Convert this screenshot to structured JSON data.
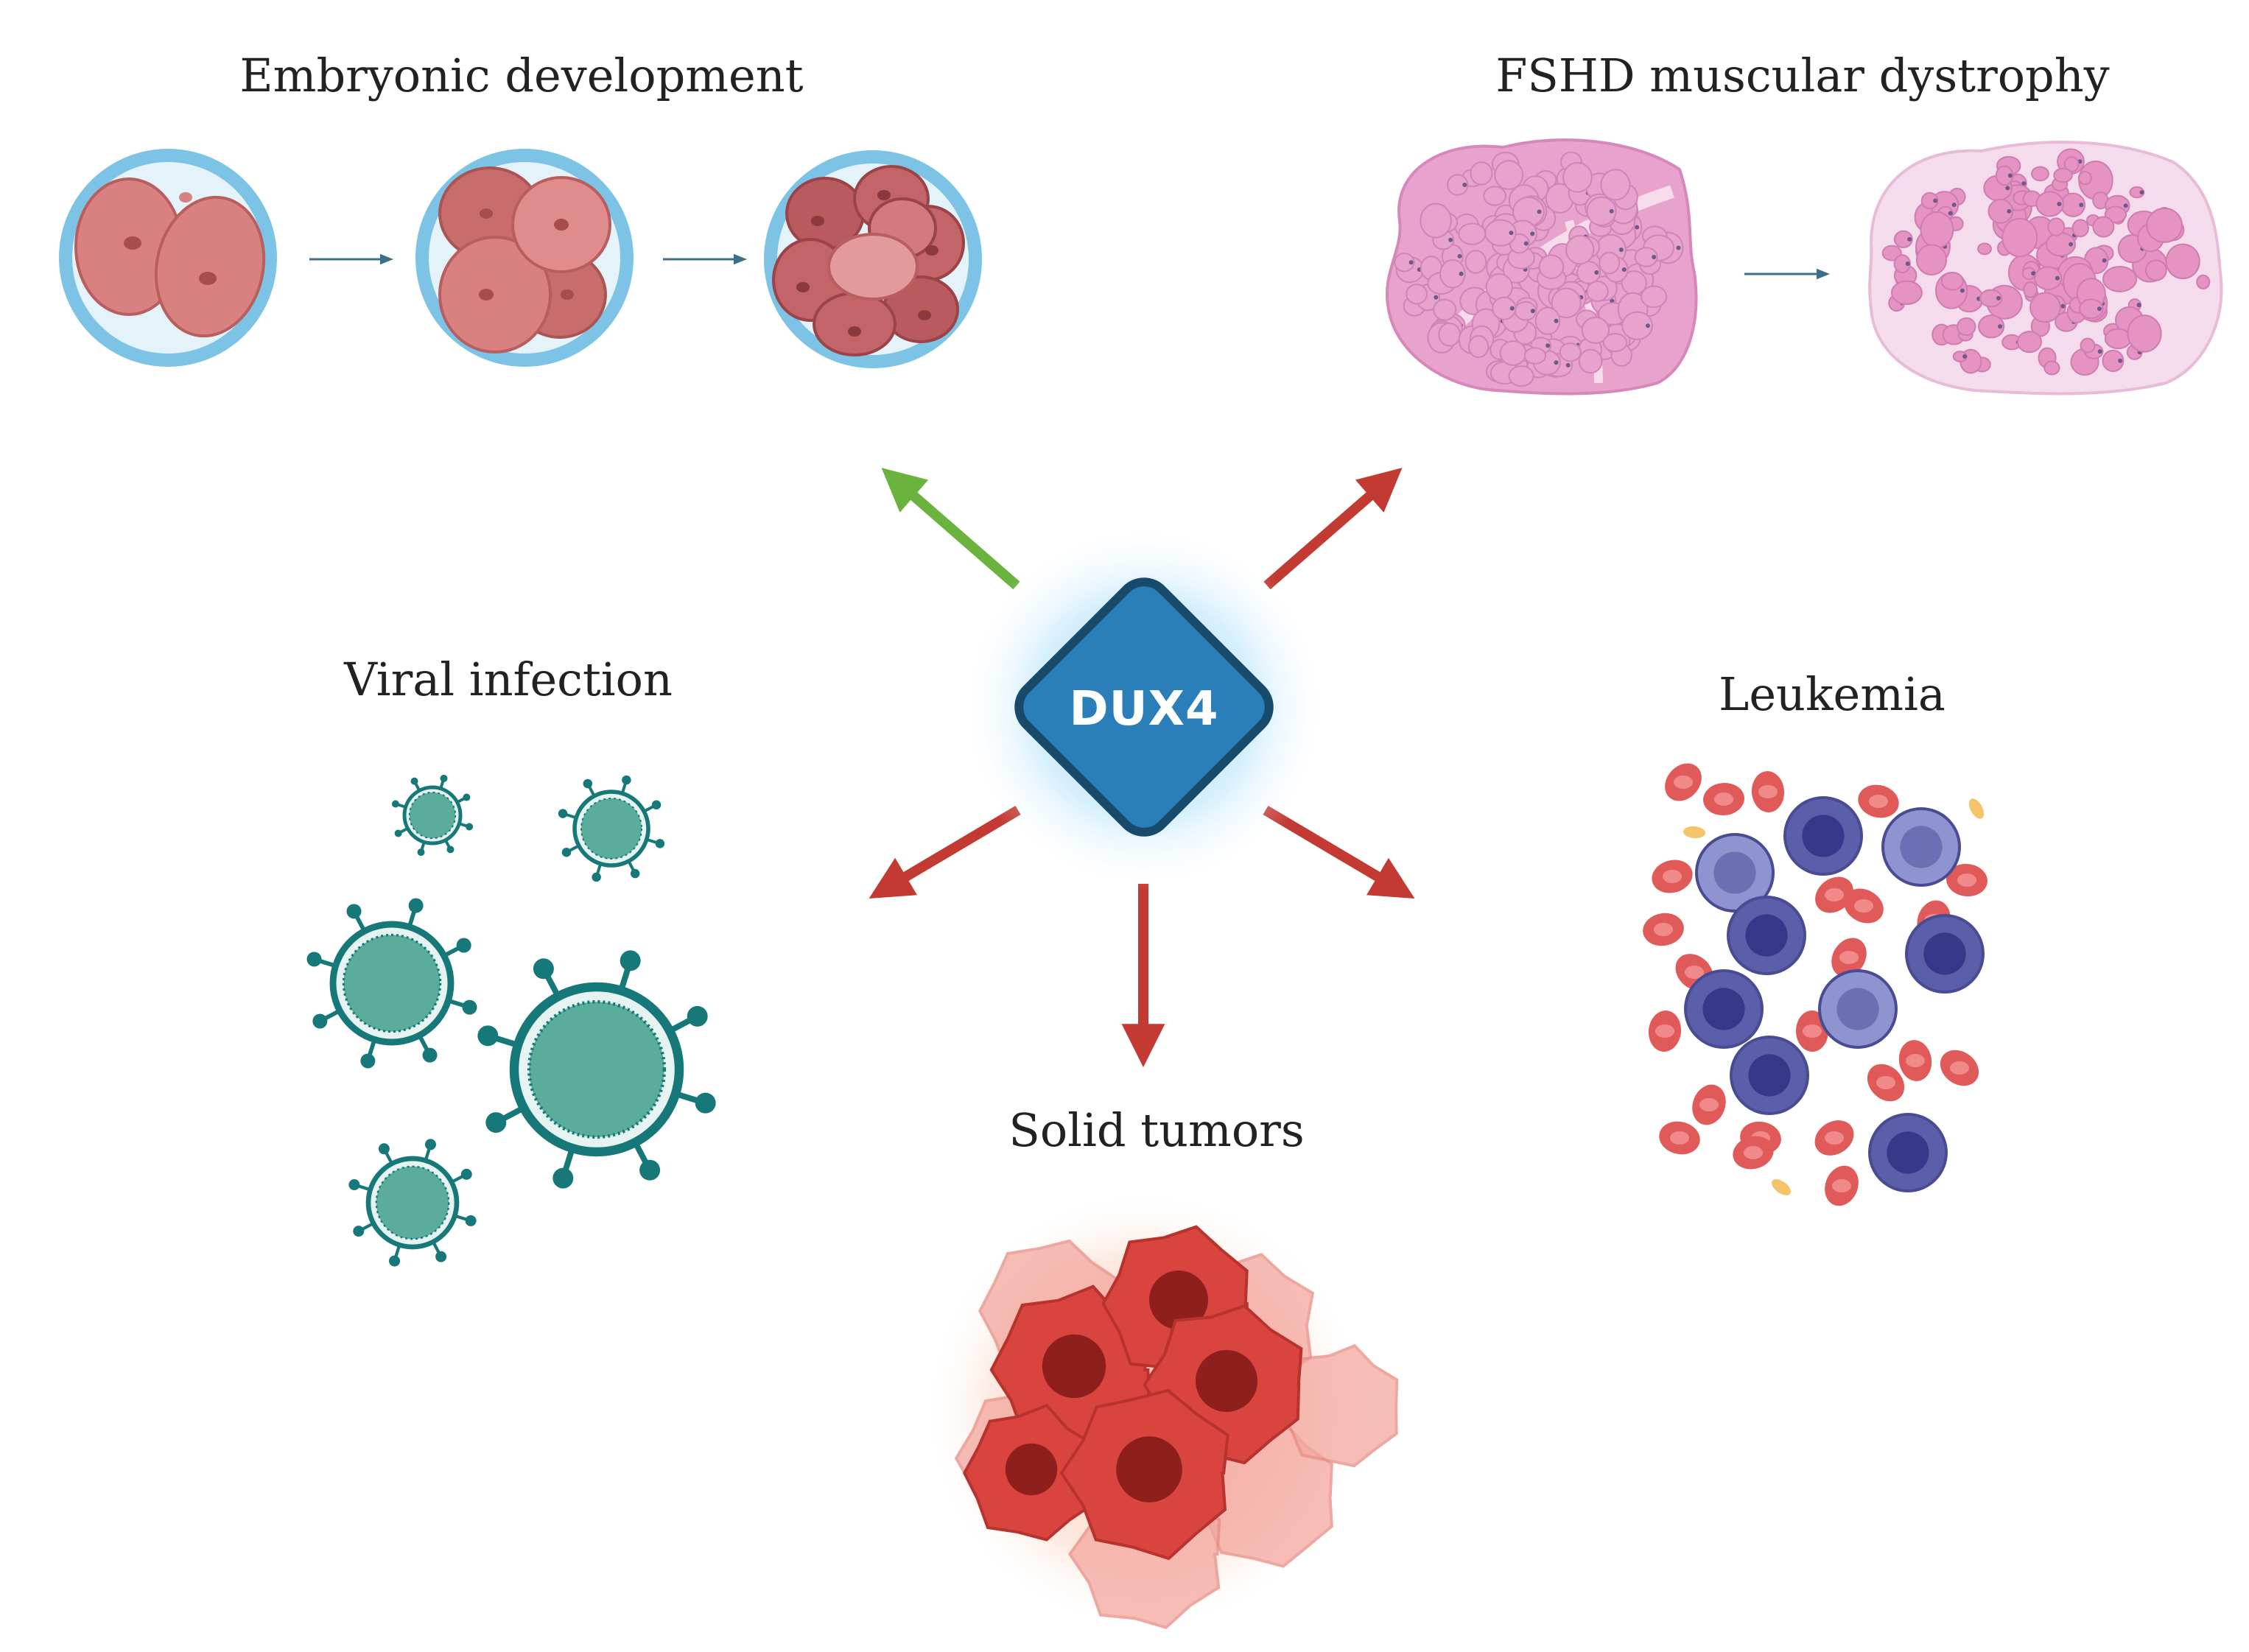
{
  "center": {
    "label": "DUX4"
  },
  "outcomes": {
    "embryonic": {
      "label": "Embryonic development"
    },
    "fshd": {
      "label": "FSHD muscular dystrophy"
    },
    "viral": {
      "label": "Viral infection"
    },
    "leukemia": {
      "label": "Leukemia"
    },
    "solid": {
      "label": "Solid tumors"
    }
  },
  "colors": {
    "positive_arrow": "#6ab33f",
    "negative_arrow": "#c23a32",
    "dux4_fill": "#2b7fb8",
    "dux4_border": "#174a6b",
    "dux4_glow": "#8fd0f5",
    "zona": "#7cc3e6",
    "blastomere": "#d98080",
    "muscle": "#e7a2cd",
    "virus": "#5aad9a",
    "virus_stroke": "#17787a",
    "rbc": "#e05a5a",
    "leuk_cell": "#5b5ea8",
    "tumor": "#d9443f"
  }
}
